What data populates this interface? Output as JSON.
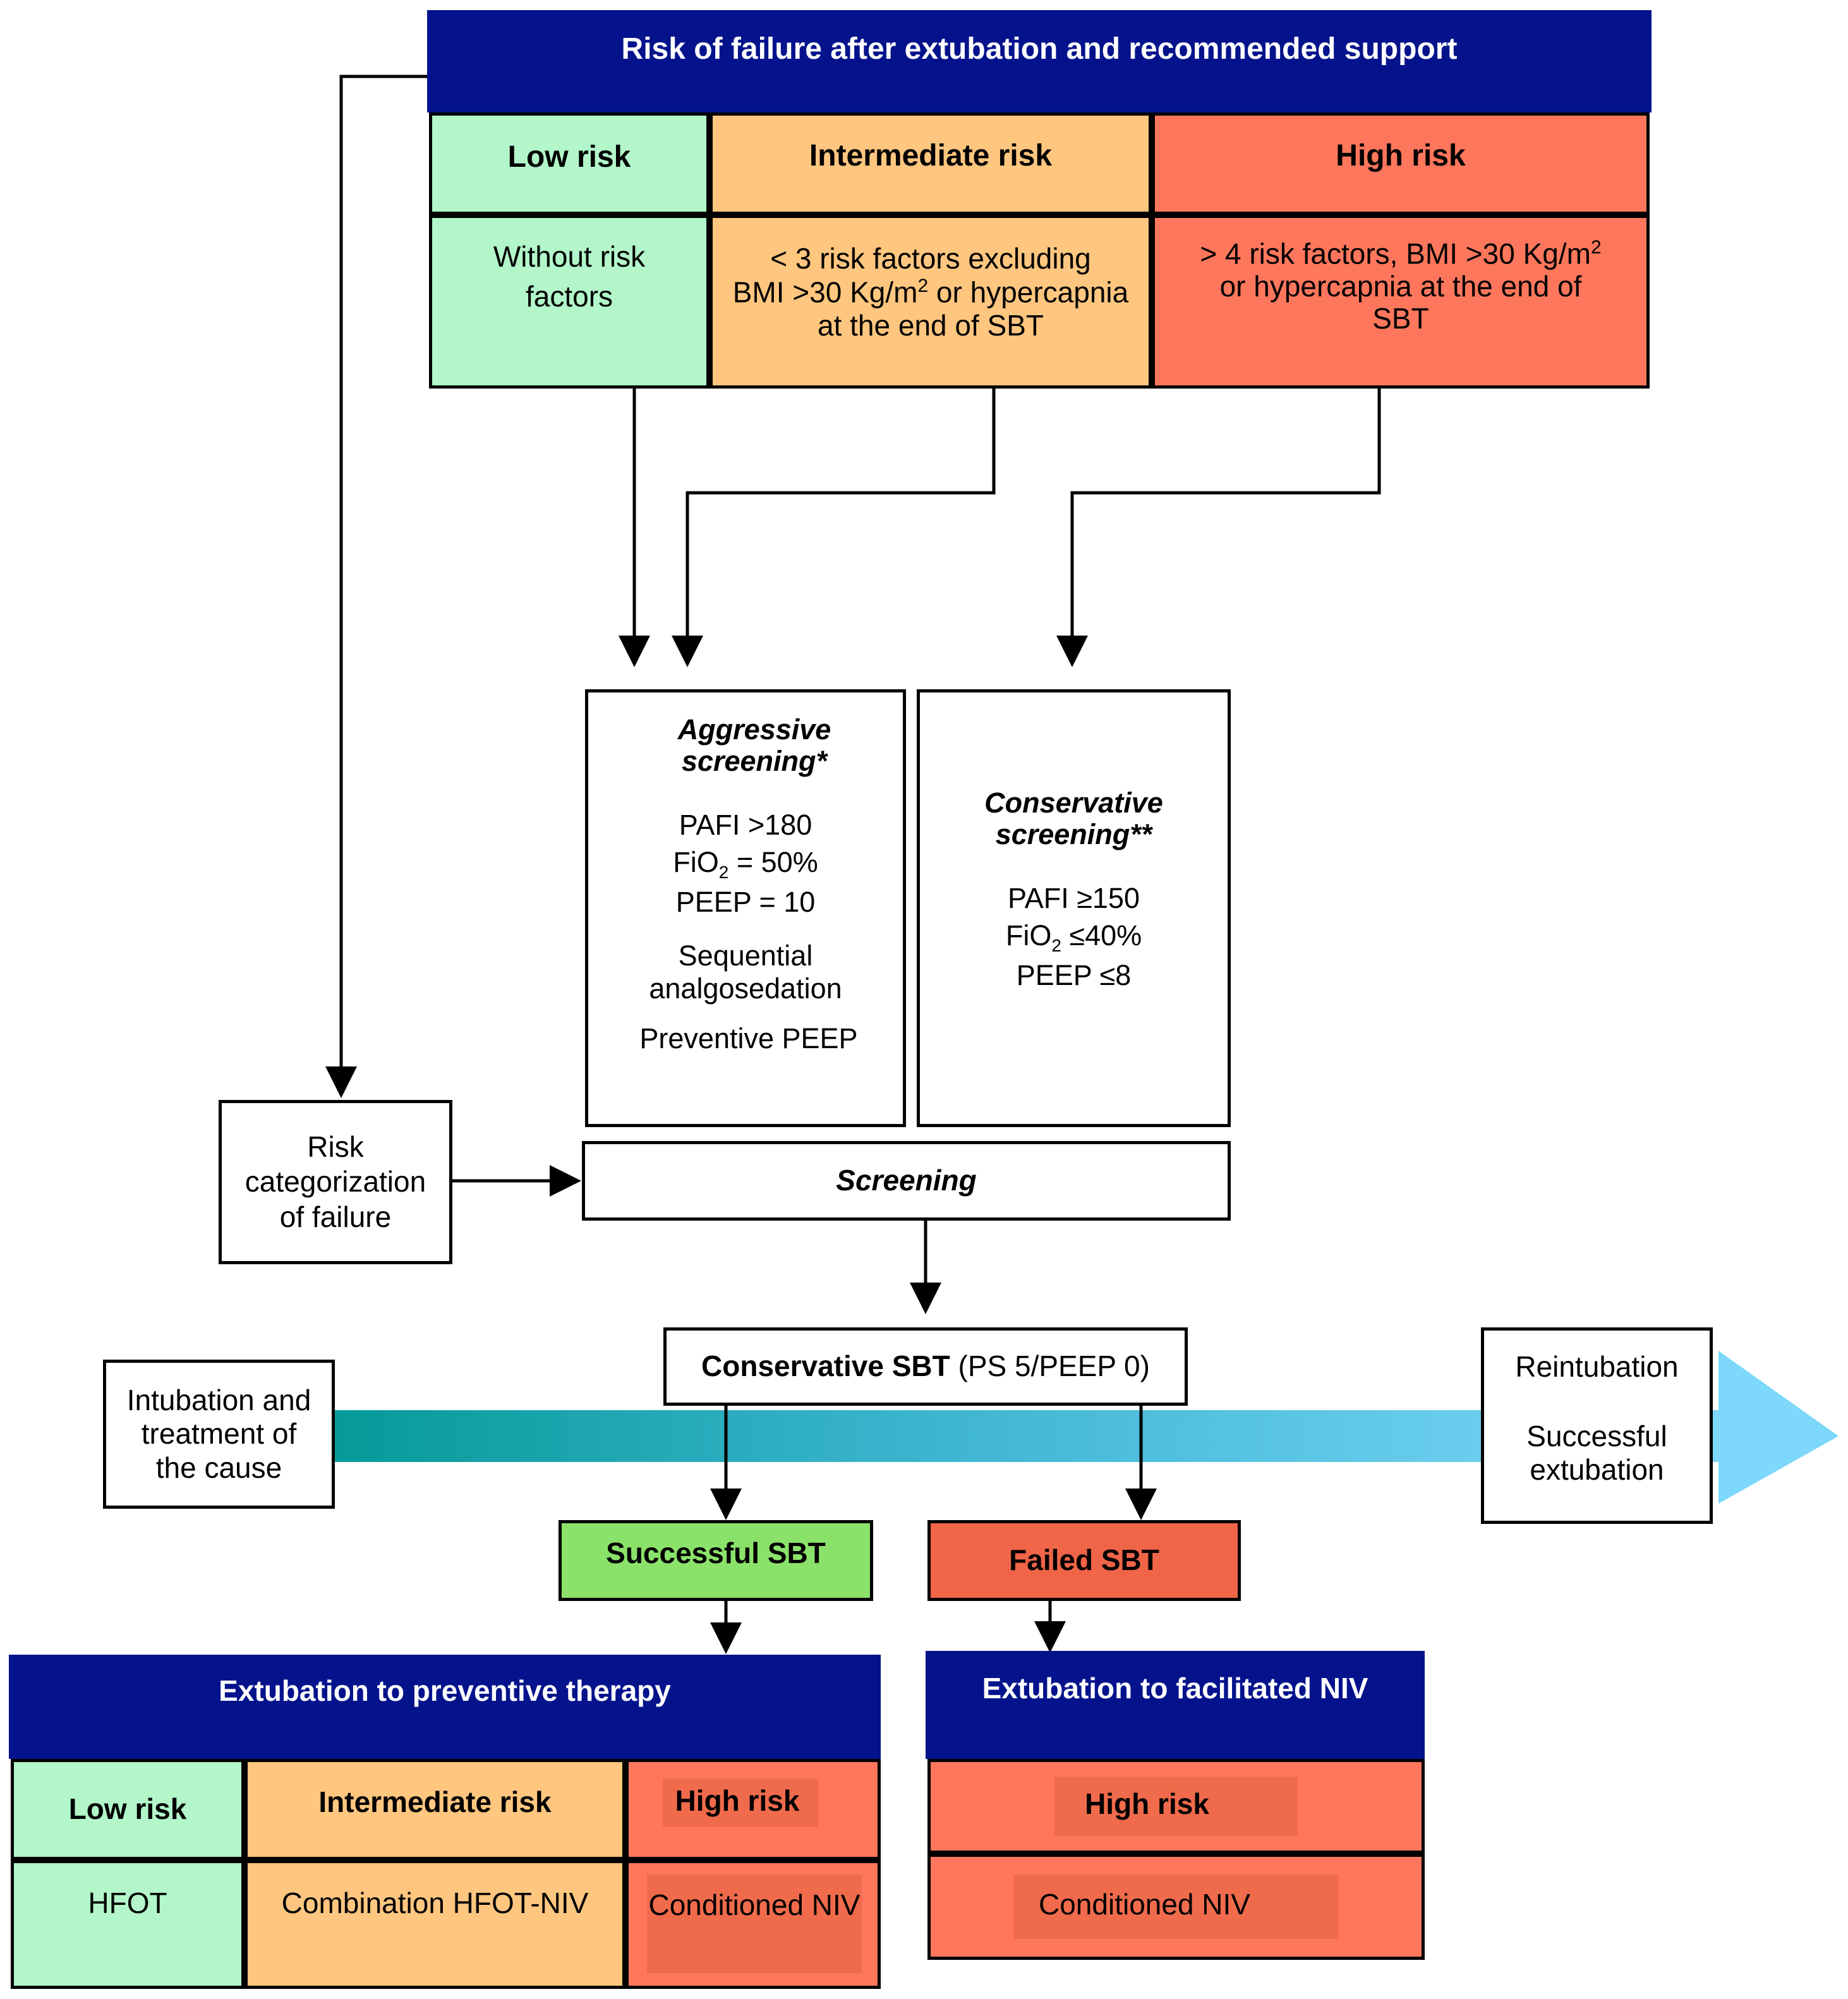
{
  "top": {
    "title": "Risk of failure after extubation and recommended support",
    "low": {
      "label": "Low risk",
      "criteria": "Without risk factors"
    },
    "intermediate": {
      "label": "Intermediate risk",
      "criteria_a": "< 3 risk factors excluding",
      "criteria_b": "BMI >30 Kg/m",
      "sup": "2",
      "criteria_c": " or hypercapnia",
      "criteria_d": "at the end of SBT"
    },
    "high": {
      "label": "High risk",
      "criteria_a": "> 4 risk factors, BMI >30 Kg/m",
      "sup": "2",
      "criteria_b": "or hypercapnia at the end of",
      "criteria_c": "SBT"
    }
  },
  "aggressive": {
    "title_1": "Aggressive",
    "title_2": "screening*",
    "pafi": "PAFI >180",
    "fio2_pre": "FiO",
    "fio2_sub": "2",
    "fio2_post": " = 50%",
    "peep": "PEEP = 10",
    "seq_1": "Sequential",
    "seq_2": "analgosedation",
    "preventive": "Preventive PEEP"
  },
  "conservative": {
    "title_1": "Conservative",
    "title_2": "screening**",
    "pafi": "PAFI ≥150",
    "fio2_pre": "FiO",
    "fio2_sub": "2",
    "fio2_post": " ≤40%",
    "peep": "PEEP ≤8"
  },
  "risk_cat": "Risk categorization of failure",
  "screening": "Screening",
  "sbt": {
    "bold": "Conservative SBT",
    "rest": " (PS 5/PEEP 0)"
  },
  "intubation": "Intubation and treatment of the cause",
  "outcome": {
    "reintubation": "Reintubation",
    "successful": "Successful extubation"
  },
  "successful_sbt": "Successful SBT",
  "failed_sbt": "Failed SBT",
  "bottom_left": {
    "title": "Extubation to preventive therapy",
    "low": "Low risk",
    "intermediate": "Intermediate risk",
    "high": "High risk",
    "low_tx": "HFOT",
    "intermediate_tx": "Combination HFOT-NIV",
    "high_tx": "Conditioned NIV"
  },
  "bottom_right": {
    "title": "Extubation to facilitated NIV",
    "high": "High risk",
    "high_tx": "Conditioned NIV"
  },
  "colors": {
    "header_blue": "#04138c",
    "low_green": "#b2f6c9",
    "intermediate_orange": "#ffc67f",
    "high_red": "#fe775d",
    "success_green": "#8be26a",
    "failed_red": "#f06448",
    "timeline_start": "#059a98",
    "timeline_end": "#7dd8fb"
  }
}
